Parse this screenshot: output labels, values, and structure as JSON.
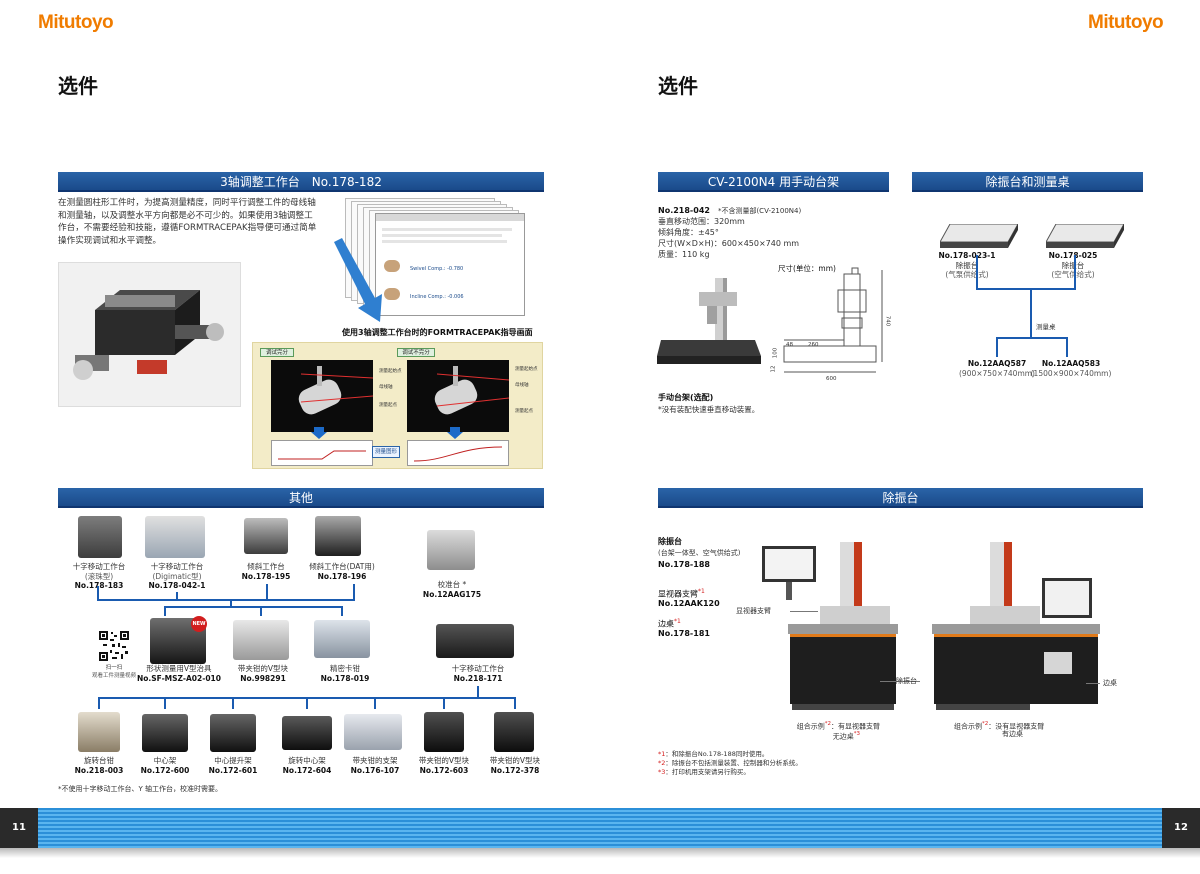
{
  "brand": "Mitutoyo",
  "left": {
    "page_title": "选件",
    "section1": {
      "bar": "3轴调整工作台　No.178-182",
      "desc": "在测量圆柱形工件时，为提高测量精度，同时平行调整工件的母线轴和测量轴，以及调整水平方向都是必不可少的。如果使用3轴调整工作台，不需要经验和技能，遵循FORMTRACEPAK指导便可通过简单操作实现调试和水平调整。",
      "screen_caption": "使用3轴调整工作台时的FORMTRACEPAK指导画面",
      "dlg_a": "Swivel Comp.:  -0.780",
      "dlg_b": "Incline Comp.:  -0.006",
      "tag_left": "调试完分",
      "tag_right": "调试不完分",
      "measure_btn": "测量图形",
      "lbl1": "测量起始点",
      "lbl2": "母线轴",
      "lbl3": "测量起点"
    },
    "section2": {
      "bar": "其他",
      "row1": [
        {
          "name": "十字移动工作台",
          "sub": "(滚珠型)",
          "no": "No.178-183"
        },
        {
          "name": "十字移动工作台",
          "sub": "(Digimatic型)",
          "no": "No.178-042-1"
        },
        {
          "name": "倾斜工作台",
          "sub": "",
          "no": "No.178-195"
        },
        {
          "name": "倾斜工作台(DAT用)",
          "sub": "",
          "no": "No.178-196"
        },
        {
          "name": "校准台 *",
          "sub": "",
          "no": "No.12AAG175"
        }
      ],
      "row2": [
        {
          "name": "扫一扫",
          "sub": "观看工件测量视频",
          "no": ""
        },
        {
          "name": "形状测量用V型治具",
          "sub": "",
          "no": "No.SF-MSZ-A02-010"
        },
        {
          "name": "带夹钳的V型块",
          "sub": "",
          "no": "No.998291"
        },
        {
          "name": "精密卡钳",
          "sub": "",
          "no": "No.178-019"
        },
        {
          "name": "十字移动工作台",
          "sub": "",
          "no": "No.218-171"
        }
      ],
      "row3": [
        {
          "name": "旋转台钳",
          "no": "No.218-003"
        },
        {
          "name": "中心架",
          "no": "No.172-600"
        },
        {
          "name": "中心提升架",
          "no": "No.172-601"
        },
        {
          "name": "旋转中心架",
          "no": "No.172-604"
        },
        {
          "name": "带夹钳的支架",
          "no": "No.176-107"
        },
        {
          "name": "带夹钳的V型块",
          "no": "No.172-603"
        },
        {
          "name": "带夹钳的V型块",
          "no": "No.172-378"
        }
      ],
      "new_badge": "NEW",
      "footnote": "*不使用十字移动工作台、Y 轴工作台，校准时需要。"
    },
    "page_no": "11"
  },
  "right": {
    "page_title": "选件",
    "stand": {
      "bar": "CV-2100N4 用手动台架",
      "no_line": "No.218-042",
      "no_note": "*不含测量部(CV-2100N4)",
      "specs": [
        "垂直移动范围：320mm",
        "倾斜角度：±45°",
        "尺寸(W×D×H)：600×450×740 mm",
        "质量：110 kg"
      ],
      "unit": "尺寸(单位：mm)",
      "dims": [
        "740",
        "48",
        "260",
        "12",
        "100",
        "600"
      ],
      "caption": "手动台架(选配)",
      "note": "*没有装配快速垂直移动装置。"
    },
    "table": {
      "bar": "除振台和测量桌",
      "items": [
        {
          "no": "No.178-023-1",
          "name": "除振台",
          "sub": "(气泵供给式)"
        },
        {
          "no": "No.178-025",
          "name": "除振台",
          "sub": "(空气供给式)"
        }
      ],
      "mid": "测量桌",
      "items2": [
        {
          "no": "No.12AAQ587",
          "sub": "(900×750×740mm)"
        },
        {
          "no": "No.12AAQ583",
          "sub": "(1500×900×740mm)"
        }
      ]
    },
    "iso": {
      "bar": "除振台",
      "l1": "除振台",
      "l1sub": "(台架一体型、空气供给式)",
      "l1no": "No.178-188",
      "l2": "显视器支臂",
      "l2sup": "*1",
      "l2no": "No.12AAK120",
      "l3": "边桌",
      "l3sup": "*1",
      "l3no": "No.178-181",
      "callout_arm": "显视器支臂",
      "callout_base": "除振台",
      "callout_side": "边桌",
      "ex1a": "组合示例",
      "ex1sup": "*2",
      "ex1b": "：有显视器支臂",
      "ex1c": "无边桌",
      "ex1csup": "*3",
      "ex2a": "组合示例",
      "ex2sup": "*2",
      "ex2b": "：没有显视器支臂",
      "ex2c": "有边桌",
      "notes": [
        {
          "mark": "*1",
          "text": "：和除振台No.178-188同时使用。"
        },
        {
          "mark": "*2",
          "text": "：除振台不包括测量装置、控制器和分析系统。"
        },
        {
          "mark": "*3",
          "text": "：打印机用支架请另行购买。"
        }
      ]
    },
    "page_no": "12"
  }
}
